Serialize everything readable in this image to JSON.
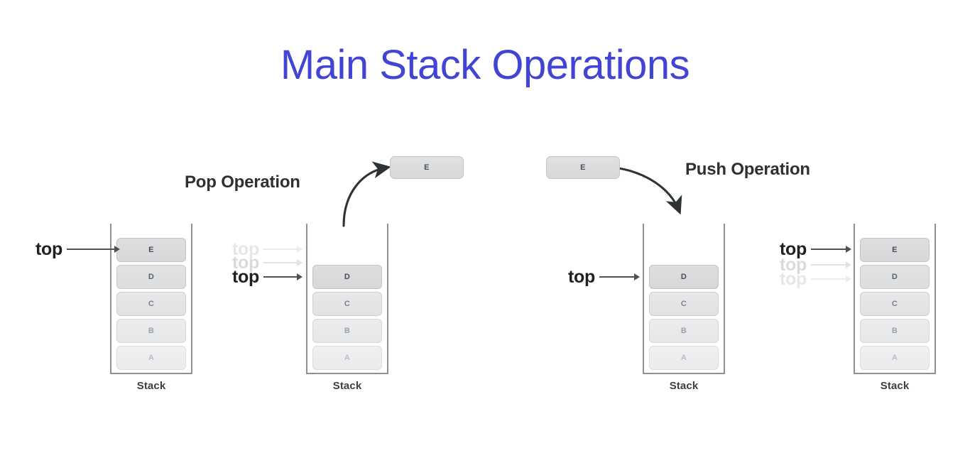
{
  "page": {
    "title": "Main Stack Operations",
    "title_color": "#4245d4",
    "background": "#ffffff"
  },
  "operations": [
    {
      "id": "pop",
      "label": "Pop Operation"
    },
    {
      "id": "push",
      "label": "Push Operation"
    }
  ],
  "pointer_label": "top",
  "stack_caption": "Stack",
  "diagram": {
    "type": "stack-operations",
    "stacks": [
      {
        "id": "pop-before",
        "caption": "Stack",
        "cells": [
          "E",
          "D",
          "C",
          "B",
          "A"
        ],
        "top_element": "E",
        "pointer_label": "top",
        "ghost_pointers": 0
      },
      {
        "id": "pop-after",
        "caption": "Stack",
        "cells": [
          "D",
          "C",
          "B",
          "A"
        ],
        "top_element": "D",
        "pointer_label": "top",
        "ghost_pointers": 2
      },
      {
        "id": "push-before",
        "caption": "Stack",
        "cells": [
          "D",
          "C",
          "B",
          "A"
        ],
        "top_element": "D",
        "pointer_label": "top",
        "ghost_pointers": 0
      },
      {
        "id": "push-after",
        "caption": "Stack",
        "cells": [
          "E",
          "D",
          "C",
          "B",
          "A"
        ],
        "top_element": "E",
        "pointer_label": "top",
        "ghost_pointers": 2
      }
    ],
    "floating_cells": [
      {
        "id": "popped-element",
        "value": "E",
        "direction": "out"
      },
      {
        "id": "element-to-push",
        "value": "E",
        "direction": "in"
      }
    ],
    "arrow_color": "#2f3336",
    "cell_border_color": "#c9cacc",
    "wall_color": "#8e9094"
  }
}
